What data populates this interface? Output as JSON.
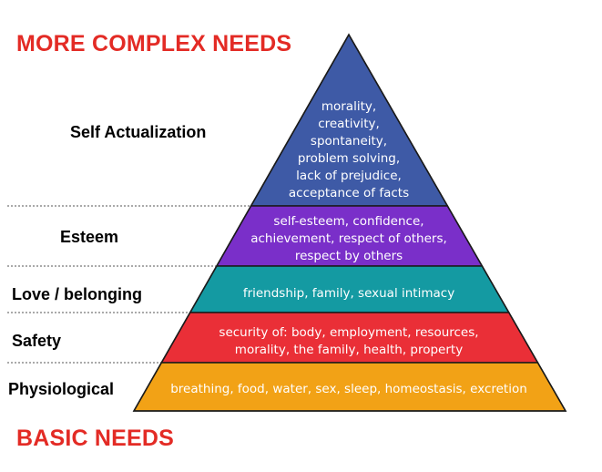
{
  "headings": {
    "top": "MORE COMPLEX NEEDS",
    "bottom": "BASIC NEEDS",
    "color": "#e32b25"
  },
  "tiers": [
    {
      "label": "Self Actualization",
      "fill": "#3e5aa6",
      "text_color": "#ffffff",
      "lines": [
        "morality,",
        "creativity,",
        "spontaneity,",
        "problem solving,",
        "lack of prejudice,",
        "acceptance of facts"
      ]
    },
    {
      "label": "Esteem",
      "fill": "#7a2fc9",
      "text_color": "#ffffff",
      "lines": [
        "self-esteem, confidence,",
        "achievement, respect of others,",
        "respect by others"
      ]
    },
    {
      "label": "Love / belonging",
      "fill": "#149aa2",
      "text_color": "#ffffff",
      "lines": [
        "friendship, family, sexual intimacy"
      ]
    },
    {
      "label": "Safety",
      "fill": "#ea2f37",
      "text_color": "#ffffff",
      "lines": [
        "security of: body, employment, resources,",
        "morality, the family, health, property"
      ]
    },
    {
      "label": "Physiological",
      "fill": "#f2a216",
      "text_color": "#ffffff",
      "lines": [
        "breathing, food, water, sex, sleep, homeostasis, excretion"
      ]
    }
  ],
  "colors": {
    "outline": "#1a1a1a",
    "divider": "#555555"
  }
}
